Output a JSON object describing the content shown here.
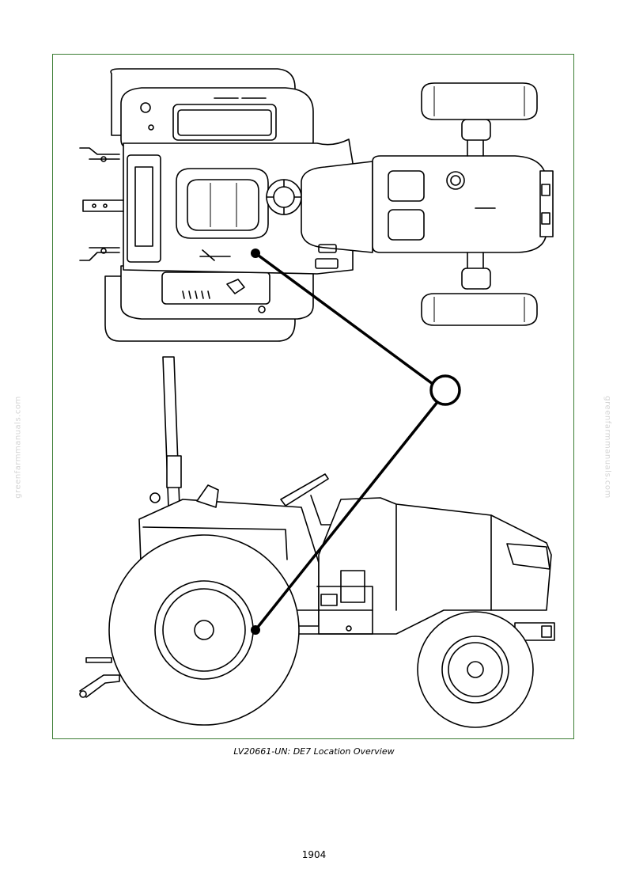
{
  "figure": {
    "caption": "LV20661-UN: DE7 Location Overview",
    "accent_color": "#3c7d34"
  },
  "page": {
    "number": "1904",
    "watermark": "greenfarmmanuals.com"
  }
}
